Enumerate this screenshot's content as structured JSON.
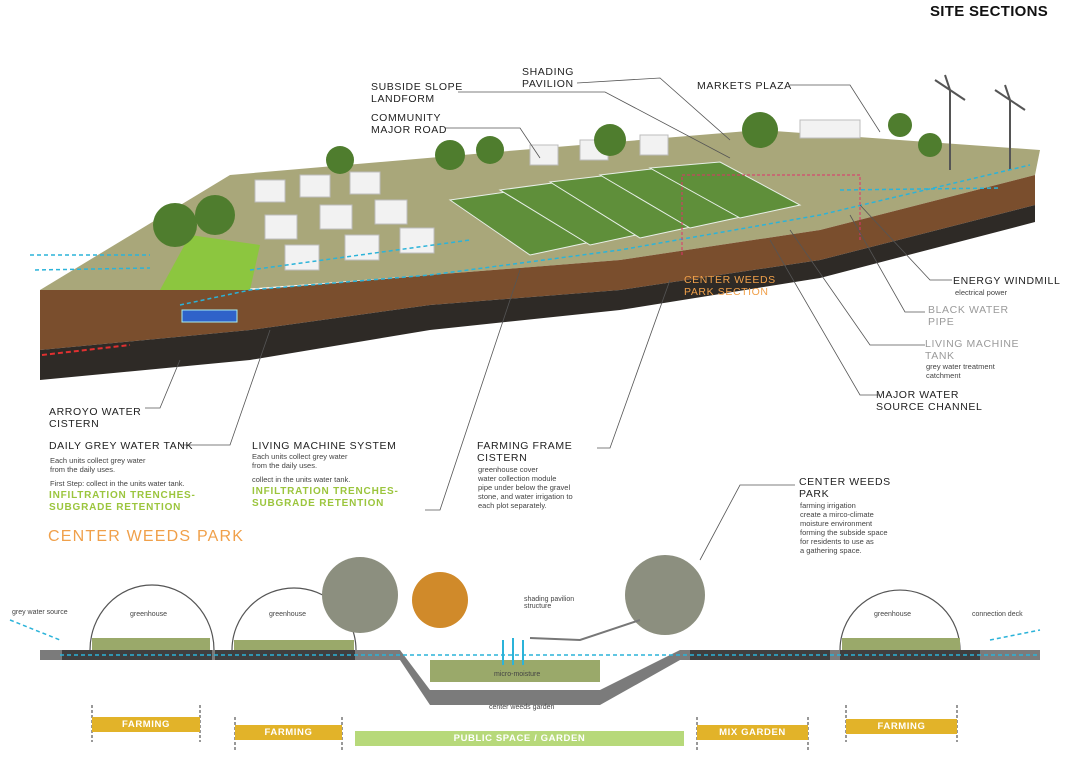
{
  "page_title": "SITE SECTIONS",
  "labels": {
    "subside_slope": "SUBSIDE SLOPE\nLANDFORM",
    "community_road": "COMMUNITY\nMAJOR ROAD",
    "shading_pavilion": "SHADING\nPAVILION",
    "markets_plaza": "MARKETS PLAZA",
    "center_weeds_section": "CENTER WEEDS\nPARK SECTION",
    "energy_windmill": "ENERGY WINDMILL",
    "energy_windmill_note": "electrical power",
    "black_water_pipe": "BLACK WATER\nPIPE",
    "living_machine_tank": "LIVING MACHINE\nTANK",
    "living_machine_tank_note": "grey water treatment\ncatchment",
    "major_water": "MAJOR WATER\nSOURCE CHANNEL",
    "arroyo": "ARROYO WATER\nCISTERN",
    "daily_grey": "DAILY GREY WATER TANK",
    "daily_grey_note1": "Each units collect  grey water\nfrom the daily uses.",
    "daily_grey_note2": "First Step: collect in the units water tank.",
    "infiltration_1": "INFILTRATION TRENCHES-\nSUBGRADE RETENTION",
    "living_system": "LIVING MACHINE SYSTEM",
    "living_system_note1": "Each units collect  grey water\nfrom the daily uses.",
    "living_system_note2": "collect in the units water tank.",
    "infiltration_2": "INFILTRATION TRENCHES-\nSUBGRADE RETENTION",
    "farming_frame": "FARMING FRAME\nCISTERN",
    "farming_frame_note": "greenhouse cover\nwater collection module\npipe under below the gravel\nstone, and water irrigation to\neach plot separately.",
    "center_weeds_park": "CENTER WEEDS\nPARK",
    "center_weeds_park_note": "farming irrigation\ncreate a mirco-climate\nmoisture environment\nforming the subside space\nfor residents to use as\na gathering space.",
    "center_weeds_park_heading": "CENTER WEEDS PARK"
  },
  "section_labels": {
    "grey_water_source": "grey water source",
    "greenhouse_1": "greenhouse",
    "greenhouse_2": "greenhouse",
    "greenhouse_3": "greenhouse",
    "shading_pavilion_structure": "shading pavilion\nstructure",
    "micro_moisture": "micro-moisture",
    "center_weeds_garden": "center weeds garden",
    "connection_deck": "connection deck"
  },
  "zones": {
    "farming_1": "FARMING",
    "farming_2": "FARMING",
    "public": "PUBLIC SPACE / GARDEN",
    "mix_garden": "MIX GARDEN",
    "farming_3": "FARMING"
  },
  "colors": {
    "orange": "#f0a04a",
    "green_text": "#9bc53d",
    "zone_yellow": "#e2b329",
    "zone_green": "#b7d97a",
    "water_arrow": "#2bb3d9",
    "section_magenta": "#e0306a"
  }
}
